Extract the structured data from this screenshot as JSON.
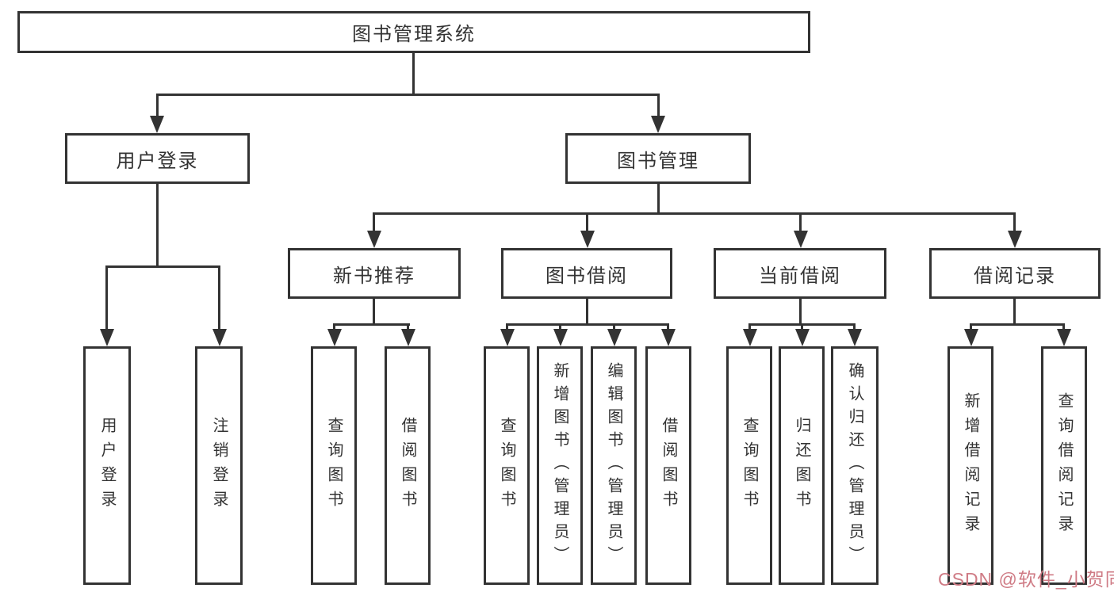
{
  "colors": {
    "stroke": "#333333",
    "watermark": "#cf7b85"
  },
  "nodes": {
    "root": {
      "label": "图书管理系统"
    },
    "user_login": {
      "label": "用户登录"
    },
    "book_mgmt": {
      "label": "图书管理"
    },
    "new_book_rec": {
      "label": "新书推荐"
    },
    "book_borrow": {
      "label": "图书借阅"
    },
    "current_borrow": {
      "label": "当前借阅"
    },
    "borrow_records": {
      "label": "借阅记录"
    }
  },
  "leaves": {
    "ul_login": {
      "label": "用户登录"
    },
    "ul_logout": {
      "label": "注销登录"
    },
    "nb_query": {
      "label": "查询图书"
    },
    "nb_borrow": {
      "label": "借阅图书"
    },
    "bb_query": {
      "label": "查询图书"
    },
    "bb_add": {
      "label": "新增图书（管理员）"
    },
    "bb_edit": {
      "label": "编辑图书（管理员）"
    },
    "bb_borrow": {
      "label": "借阅图书"
    },
    "cb_query": {
      "label": "查询图书"
    },
    "cb_return": {
      "label": "归还图书"
    },
    "cb_confirm": {
      "label": "确认归还（管理员）"
    },
    "br_add": {
      "label": "新增借阅记录"
    },
    "br_query": {
      "label": "查询借阅记录"
    }
  },
  "watermark": {
    "text": "CSDN @软件_小贺同学"
  }
}
